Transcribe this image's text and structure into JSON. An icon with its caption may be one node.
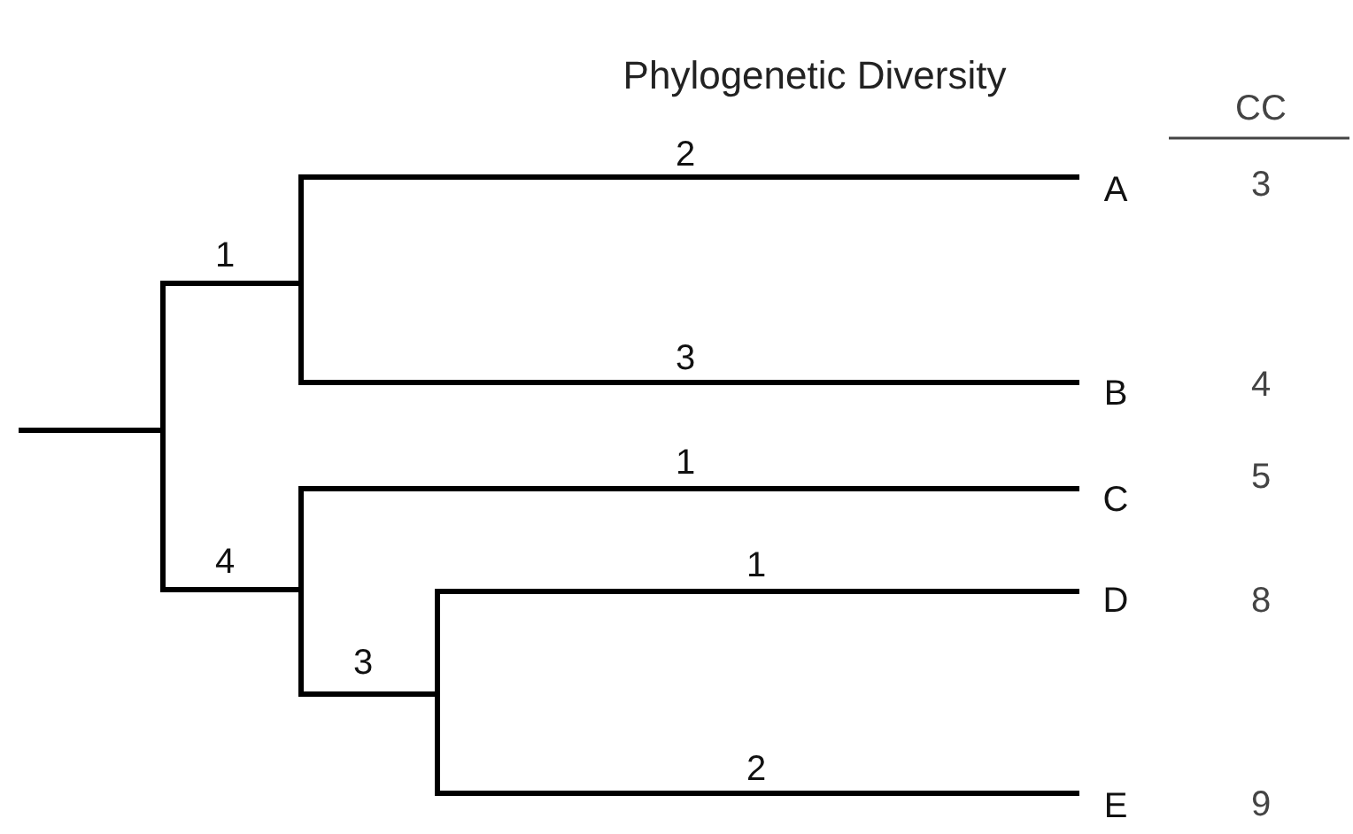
{
  "diagram": {
    "title": "Phylogenetic Diversity",
    "labels": [
      "CC",
      "2",
      "A",
      "3",
      "1",
      "3",
      "B",
      "4",
      "1",
      "5",
      "C",
      "4",
      "1",
      "D",
      "8",
      "3",
      "2",
      "E",
      "9"
    ]
  }
}
